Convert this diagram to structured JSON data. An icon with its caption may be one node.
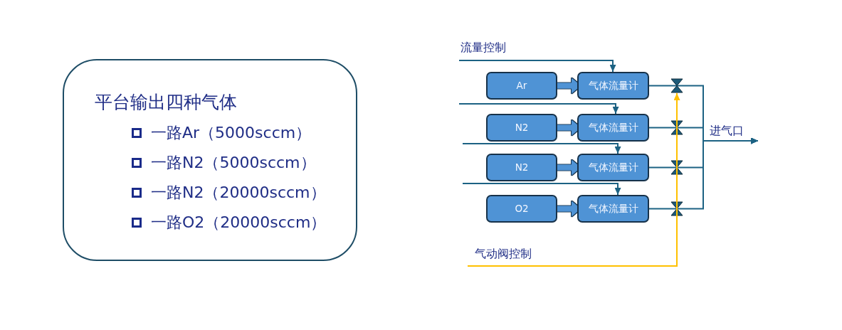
{
  "diagram": {
    "nodes": [
      {
        "text": [
          "平台输出四种气体",
          "一路Ar（5000sccm）",
          "一路N2（5000sccm）",
          "一路N2（20000sccm）",
          "一路O2（20000sccm）"
        ]
      },
      {
        "text": [
          "Ar"
        ]
      },
      {
        "text": [
          "气体流量计"
        ]
      },
      {
        "text": [],
        "shape": "valve"
      },
      {
        "text": [
          "N2"
        ]
      },
      {
        "text": [
          "气体流量计"
        ]
      },
      {
        "text": [],
        "shape": "valve"
      },
      {
        "text": [
          "N2"
        ]
      },
      {
        "text": [
          "气体流量计"
        ]
      },
      {
        "text": [],
        "shape": "valve"
      },
      {
        "text": [
          "O2"
        ]
      },
      {
        "text": [
          "气体流量计"
        ]
      },
      {
        "text": [],
        "shape": "valve"
      }
    ],
    "edges": [
      {
        "from": 1,
        "to": 2,
        "arrow": "to",
        "style": "thick"
      },
      {
        "from": 4,
        "to": 5,
        "arrow": "to",
        "style": "thick"
      },
      {
        "from": 7,
        "to": 8,
        "arrow": "to",
        "style": "thick"
      },
      {
        "from": 10,
        "to": 11,
        "arrow": "to",
        "style": "thick"
      },
      {
        "from": 2,
        "to": 3,
        "arrow": "none"
      },
      {
        "from": 5,
        "to": 6,
        "arrow": "none"
      },
      {
        "from": 8,
        "to": 9,
        "arrow": "none"
      },
      {
        "from": 11,
        "to": 12,
        "arrow": "none"
      },
      {
        "from": 3,
        "to": null,
        "arrow": "to"
      },
      {
        "from": 6,
        "to": null,
        "arrow": "to"
      },
      {
        "from": 9,
        "to": null,
        "arrow": "to"
      },
      {
        "from": 12,
        "to": null,
        "arrow": "to"
      },
      {
        "from": null,
        "to": 2,
        "arrow": "to"
      },
      {
        "from": null,
        "to": 5,
        "arrow": "to"
      },
      {
        "from": null,
        "to": 8,
        "arrow": "to"
      },
      {
        "from": null,
        "to": 11,
        "arrow": "to"
      },
      {
        "from": null,
        "to": 3,
        "arrow": "to",
        "color": "#ffc000"
      }
    ],
    "labels": [
      "流量控制",
      "进气口",
      "气动阀控制"
    ]
  }
}
